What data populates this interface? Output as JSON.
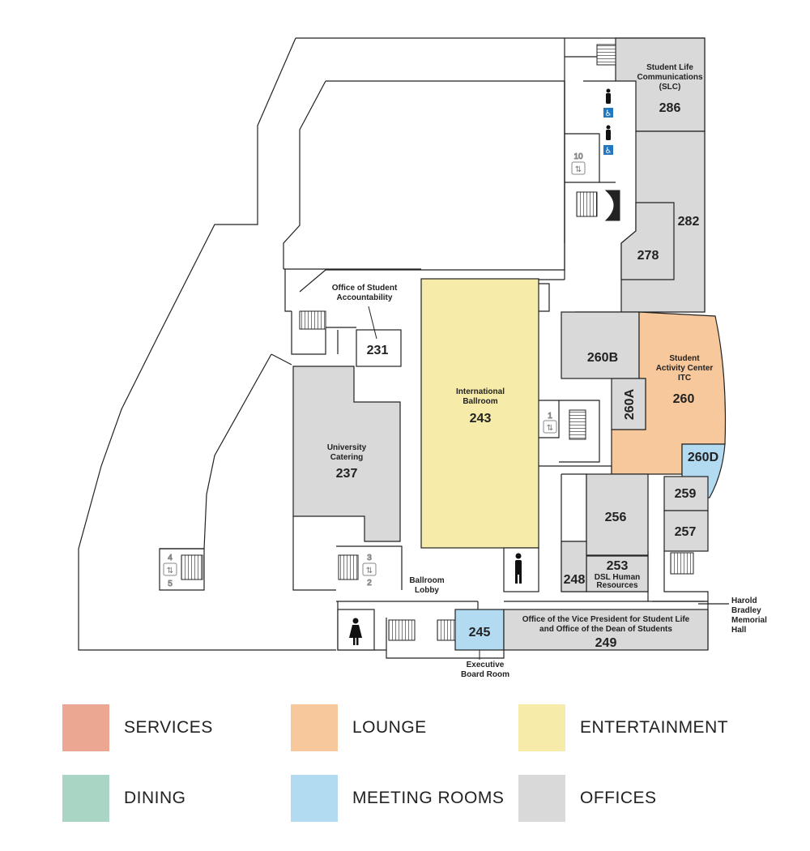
{
  "rooms": {
    "r286": {
      "name": "Student Life\nCommunications\n(SLC)",
      "number": "286"
    },
    "r282": {
      "number": "282"
    },
    "r278": {
      "number": "278"
    },
    "r231": {
      "name": "Office of Student\nAccountability",
      "number": "231"
    },
    "r243": {
      "name": "International\nBallroom",
      "number": "243"
    },
    "r237": {
      "name": "University\nCatering",
      "number": "237"
    },
    "r260B": {
      "number": "260B"
    },
    "r260": {
      "name": "Student\nActivity Center\nITC",
      "number": "260"
    },
    "r260A": {
      "number": "260A"
    },
    "r260D": {
      "number": "260D"
    },
    "r259": {
      "number": "259"
    },
    "r256": {
      "number": "256"
    },
    "r257": {
      "number": "257"
    },
    "r253": {
      "number": "253",
      "name": "DSL Human\nResources"
    },
    "r248": {
      "number": "248"
    },
    "r245": {
      "number": "245",
      "name": "Executive\nBoard Room"
    },
    "r249": {
      "name": "Office of the Vice President for Student Life\nand Office of the Dean of Students",
      "number": "249"
    },
    "ballroom_lobby": {
      "name": "Ballroom\nLobby"
    },
    "harold": {
      "name": "Harold\nBradley\nMemorial\nHall"
    }
  },
  "elevators": {
    "e10": "10",
    "e1": "1",
    "e4": "4",
    "e5": "5",
    "e3": "3",
    "e2": "2"
  },
  "icons": {
    "restroom": "restroom-man-icon",
    "restroom_woman": "restroom-woman-icon",
    "accessible": "wheelchair-icon",
    "elevator": "elevator-icon",
    "stairs": "stairs-icon"
  },
  "colors": {
    "services": "#eba791",
    "lounge": "#f7c89b",
    "entertainment": "#f7ebaa",
    "dining": "#a8d5c4",
    "meeting": "#b2daf1",
    "offices": "#d9d9d9",
    "accessible_blue": "#1f78c1"
  },
  "legend": [
    {
      "label": "SERVICES",
      "color": "#eba791"
    },
    {
      "label": "LOUNGE",
      "color": "#f7c89b"
    },
    {
      "label": "ENTERTAINMENT",
      "color": "#f7ebaa"
    },
    {
      "label": "DINING",
      "color": "#a8d5c4"
    },
    {
      "label": "MEETING ROOMS",
      "color": "#b2daf1"
    },
    {
      "label": "OFFICES",
      "color": "#d9d9d9"
    }
  ]
}
